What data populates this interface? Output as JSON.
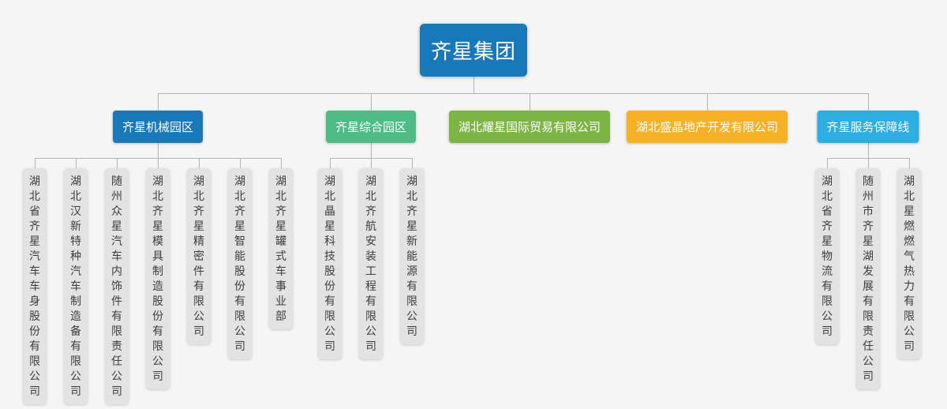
{
  "root": {
    "label": "齐星集团",
    "color": "#1878b8"
  },
  "groups": [
    {
      "label": "齐星机械园区",
      "color": "#1878b8",
      "children": [
        "湖北省齐星汽车车身股份有限公司",
        "湖北汉新特种汽车制造备有限公司",
        "随州众星汽车内饰件有限责任公司",
        "湖北齐星模具制造股份有限公司",
        "湖北齐星精密件有限公司",
        "湖北齐星智能股份有限公司",
        "湖北齐星罐式车事业部"
      ]
    },
    {
      "label": "齐星综合园区",
      "color": "#4fbc86",
      "children": [
        "湖北晶星科技股份有限公司",
        "湖北齐航安装工程有限公司",
        "湖北齐星新能源有限公司"
      ]
    },
    {
      "label": "湖北耀星国际贸易有限公司",
      "color": "#7cb544",
      "children": []
    },
    {
      "label": "湖北盛晶地产开发有限公司",
      "color": "#f7b126",
      "children": []
    },
    {
      "label": "齐星服务保障线",
      "color": "#2caee3",
      "children": [
        "湖北省齐星物流有限公司",
        "随州市齐星湖发展有限责任公司",
        "湖北星燃燃气热力有限公司"
      ]
    }
  ],
  "colors": {
    "background": "#f5f5f5",
    "connector": "#b3b3b3",
    "child_box_bg": "#e3e3e3",
    "child_text": "#3d3d3d"
  }
}
